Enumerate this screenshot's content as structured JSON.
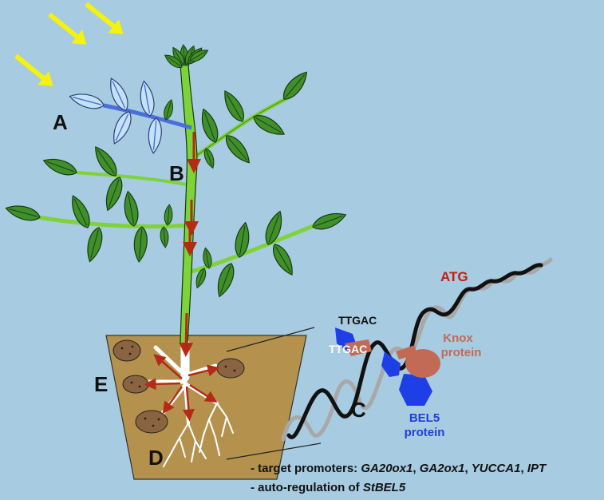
{
  "labels": {
    "a": "A",
    "b": "B",
    "c": "C",
    "d": "D",
    "e": "E"
  },
  "dna": {
    "atg": "ATG",
    "ttgac_top": "TTGAC",
    "ttgac_mid": "TTGAC"
  },
  "proteins": {
    "knox_line1": "Knox",
    "knox_line2": "protein",
    "bel5_line1": "BEL5",
    "bel5_line2": "protein"
  },
  "notes": {
    "line1_prefix": "- target promoters: ",
    "gene1": "GA20ox1",
    "gene2": "GA2ox1",
    "gene3": "YUCCA1",
    "gene4": "IPT",
    "sep": ", ",
    "line2_prefix": "- auto-regulation of ",
    "gene5": "StBEL5"
  },
  "colors": {
    "background": "#a7cbe0",
    "leaf": "#3f8f2a",
    "stem": "#7ed23a",
    "light_leaf": "#b9dcf3",
    "vein": "#4a6fd8",
    "arrow": "#b52a15",
    "sun_arrow": "#f4f20e",
    "pot": "#b4924e",
    "tuber": "#8a6440",
    "knox": "#c26a55",
    "bel5": "#1f3fe6",
    "atg": "#c01f10",
    "dna_dark": "#111111",
    "dna_gray": "#a8a8a8"
  }
}
